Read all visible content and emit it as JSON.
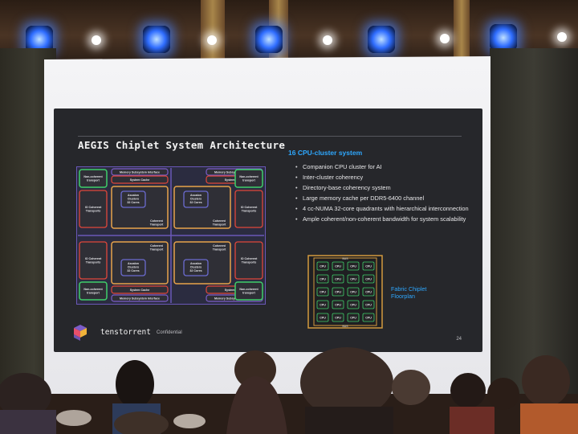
{
  "slide": {
    "title": "AEGIS Chiplet System Architecture",
    "subtitle": "16 CPU-cluster system",
    "bullets": [
      "Companion CPU cluster for AI",
      "Inter-cluster coherency",
      "Directory-base coherency system",
      "Large memory cache per DDR5-6400 channel",
      "4 cc-NUMA 32-core quadrants with hierarchical interconnection",
      "Ample coherent/non-coherent bandwidth for system scalability"
    ],
    "fabric_label": "Fabric Chiplet Floorplan",
    "brand": "tenstorrent",
    "confidential": "Confidential",
    "page_number": "24"
  },
  "diagram": {
    "quadrant_labels": {
      "memory_interface": "Memory Subsystem Interface",
      "system_cache": "System Cache",
      "cluster_line1": "Ascalon",
      "cluster_line2": "Clusters",
      "cluster_line3": "32 Cores",
      "coherent_transport_1": "Coherent",
      "coherent_transport_2": "Transport",
      "io_coherent_1": "IO Coherent",
      "io_coherent_2": "Transports",
      "non_coherent_1": "Non-coherent",
      "non_coherent_2": "transport"
    },
    "fabric_cell_label": "CPU",
    "fabric_top_label": "BUS",
    "colors": {
      "memory_bar": "#7b5cc8",
      "system_cache": "#e0473a",
      "cluster": "#6b6bd0",
      "coherent": "#e8a34a",
      "io_coherent": "#e0473a",
      "non_coherent": "#3fcf6a",
      "accent_blue": "#2ea8ff"
    }
  },
  "icons": [
    "tenstorrent-logo-icon",
    "stage-light-icon"
  ]
}
